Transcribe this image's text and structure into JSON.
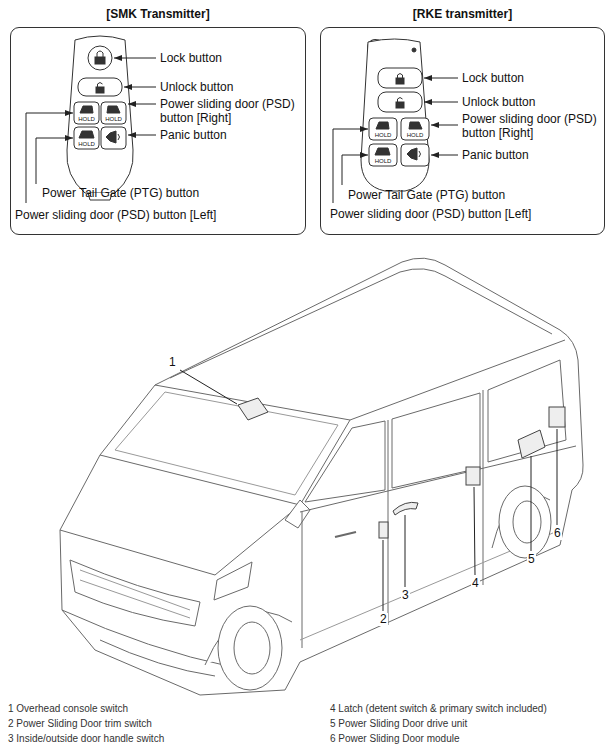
{
  "diagram": {
    "nodes": [
      {
        "text": [
          "[SMK Transmitter]"
        ]
      },
      {
        "text": [
          "[RKE transmitter]"
        ]
      }
    ],
    "labels": [
      "Lock button",
      "Unlock button",
      "Power sliding door (PSD) button [Right]",
      "Panic button",
      "Power Tail Gate (PTG) button",
      "Power sliding door (PSD) button [Left]",
      "HOLD",
      "HOLD",
      "HOLD",
      "Lock button",
      "Unlock button",
      "Power sliding door (PSD) button [Right]",
      "Panic button",
      "Power Tail Gate (PTG) button",
      "Power sliding door (PSD) button [Left]",
      "HOLD",
      "HOLD",
      "HOLD",
      "1",
      "2",
      "3",
      "4",
      "5",
      "6",
      "1 Overhead console switch",
      "2 Power Sliding Door trim switch",
      "3 Inside/outside door handle switch",
      "4 Latch (detent switch & primary switch included)",
      "5 Power Sliding Door drive unit",
      "6 Power Sliding Door module"
    ]
  }
}
